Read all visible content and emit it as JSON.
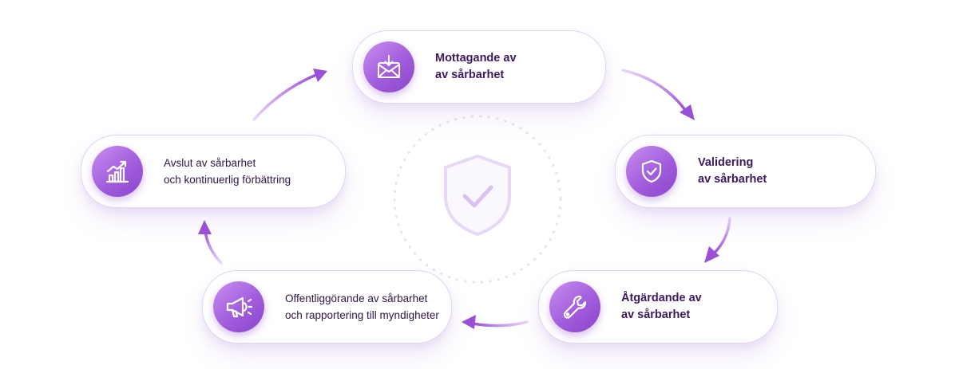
{
  "diagram": {
    "steps": [
      {
        "id": "mottagande",
        "line1": "Mottagande av",
        "line2": "av sårbarhet",
        "icon": "envelope-download-icon"
      },
      {
        "id": "validering",
        "line1": "Validering",
        "line2": "av sårbarhet",
        "icon": "shield-check-icon"
      },
      {
        "id": "atgardande",
        "line1": "Åtgärdande av",
        "line2": "av sårbarhet",
        "icon": "wrench-icon"
      },
      {
        "id": "offentlig",
        "line1": "Offentliggörande av sårbarhet",
        "line2": "och rapportering till myndigheter",
        "icon": "megaphone-icon"
      },
      {
        "id": "avslut",
        "line1": "Avslut av sårbarhet",
        "line2": "och kontinuerlig förbättring",
        "icon": "bar-chart-growth-icon"
      }
    ],
    "center_icon": "shield-check-icon",
    "colors": {
      "accent": "#9b55d8",
      "accent_dark": "#8b44cc",
      "text": "#3c1960",
      "card_border": "#e3d3f3"
    }
  }
}
